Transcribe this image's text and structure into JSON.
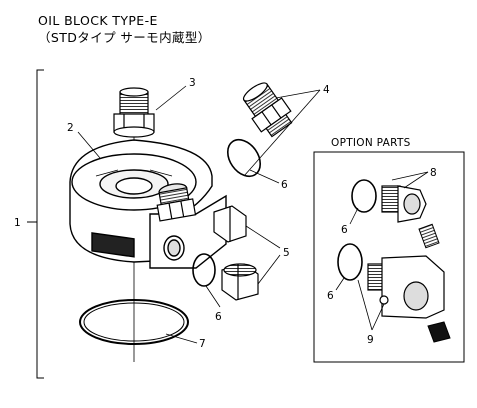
{
  "title": {
    "line1": "OIL BLOCK TYPE-E",
    "line2": "（STDタイプ サーモ内蔵型）"
  },
  "option_box": {
    "title": "OPTION PARTS"
  },
  "callouts": {
    "c1": "1",
    "c2": "2",
    "c3": "3",
    "c4": "4",
    "c5": "5",
    "c6a": "6",
    "c6b": "6",
    "c6c": "6",
    "c6d": "6",
    "c7": "7",
    "c8": "8",
    "c9": "9"
  }
}
